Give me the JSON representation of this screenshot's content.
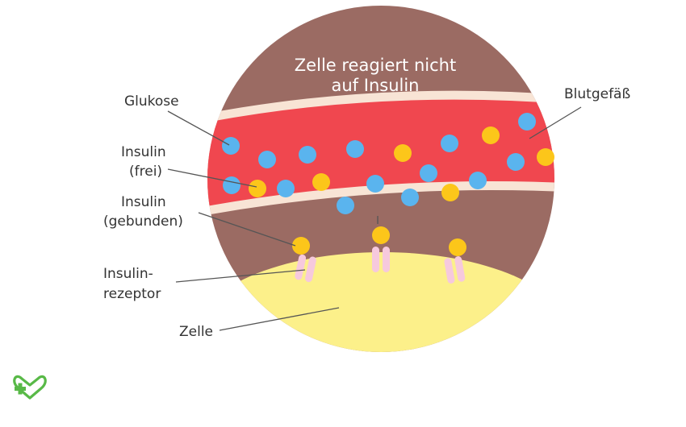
{
  "title": {
    "line1": "Zelle reagiert nicht",
    "line2": "auf Insulin"
  },
  "labels": {
    "glukose": "Glukose",
    "insulin_frei_1": "Insulin",
    "insulin_frei_2": "(frei)",
    "insulin_gebunden_1": "Insulin",
    "insulin_gebunden_2": "(gebunden)",
    "rezeptor_1": "Insulin-",
    "rezeptor_2": "rezeptor",
    "zelle": "Zelle",
    "blutgefaess": "Blutgefäß"
  },
  "logo": {
    "icon": "heart-cross-icon",
    "color": "#58b947"
  },
  "colors": {
    "tissue": "#9b6b63",
    "vessel": "#f0474f",
    "vessel_border": "#f8e4d5",
    "cell": "#fcf08a",
    "glucose": "#5ab4ee",
    "insulin": "#fcc61a",
    "receptor": "#f6c9dd",
    "leader_line": "#555555"
  }
}
